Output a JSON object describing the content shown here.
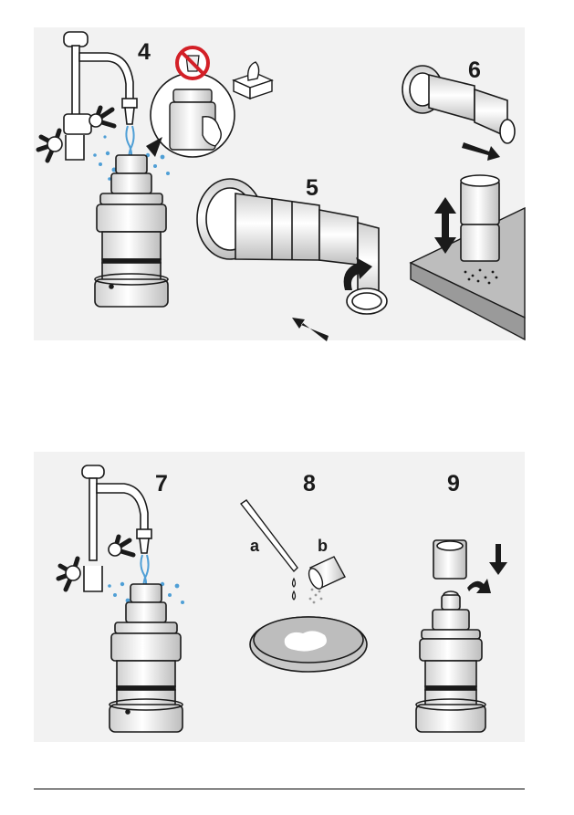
{
  "steps": {
    "s4": "4",
    "s5": "5",
    "s6": "6",
    "s7": "7",
    "s8": "8",
    "s9": "9"
  },
  "labels": {
    "a": "a",
    "b": "b"
  },
  "colors": {
    "panel": "#f2f2f2",
    "water": "#4f9fd6",
    "prohibit": "#d32027",
    "ink": "#1a1a1a"
  }
}
